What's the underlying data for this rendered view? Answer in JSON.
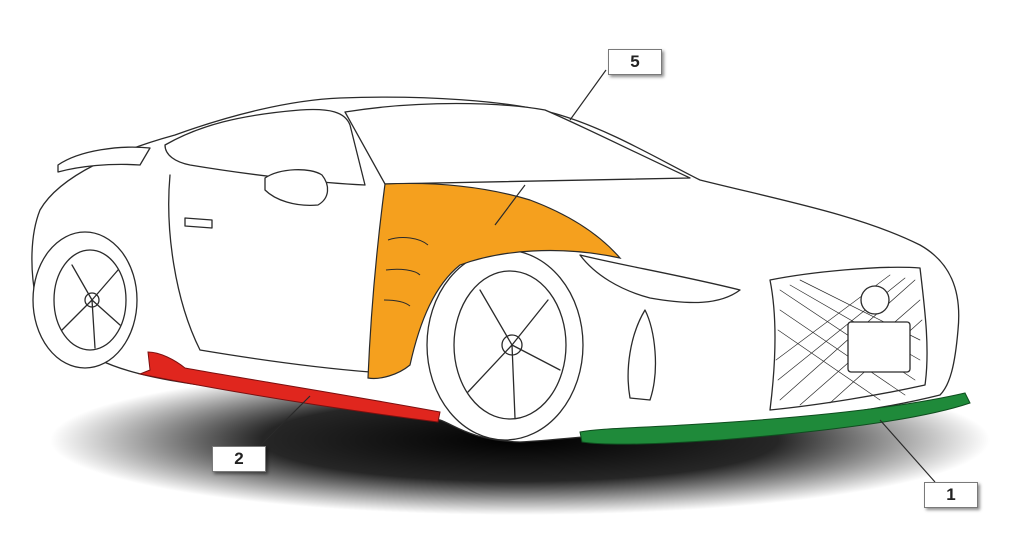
{
  "callouts": [
    {
      "number": "5",
      "part": "front-fender",
      "color": "#f5a01e"
    },
    {
      "number": "2",
      "part": "side-skirt",
      "color": "#e0261e"
    },
    {
      "number": "1",
      "part": "front-lip-spoiler",
      "color": "#1f8a3a"
    }
  ],
  "colors": {
    "outline": "#2a2a2a",
    "shadow": "#000000",
    "background": "#ffffff"
  }
}
